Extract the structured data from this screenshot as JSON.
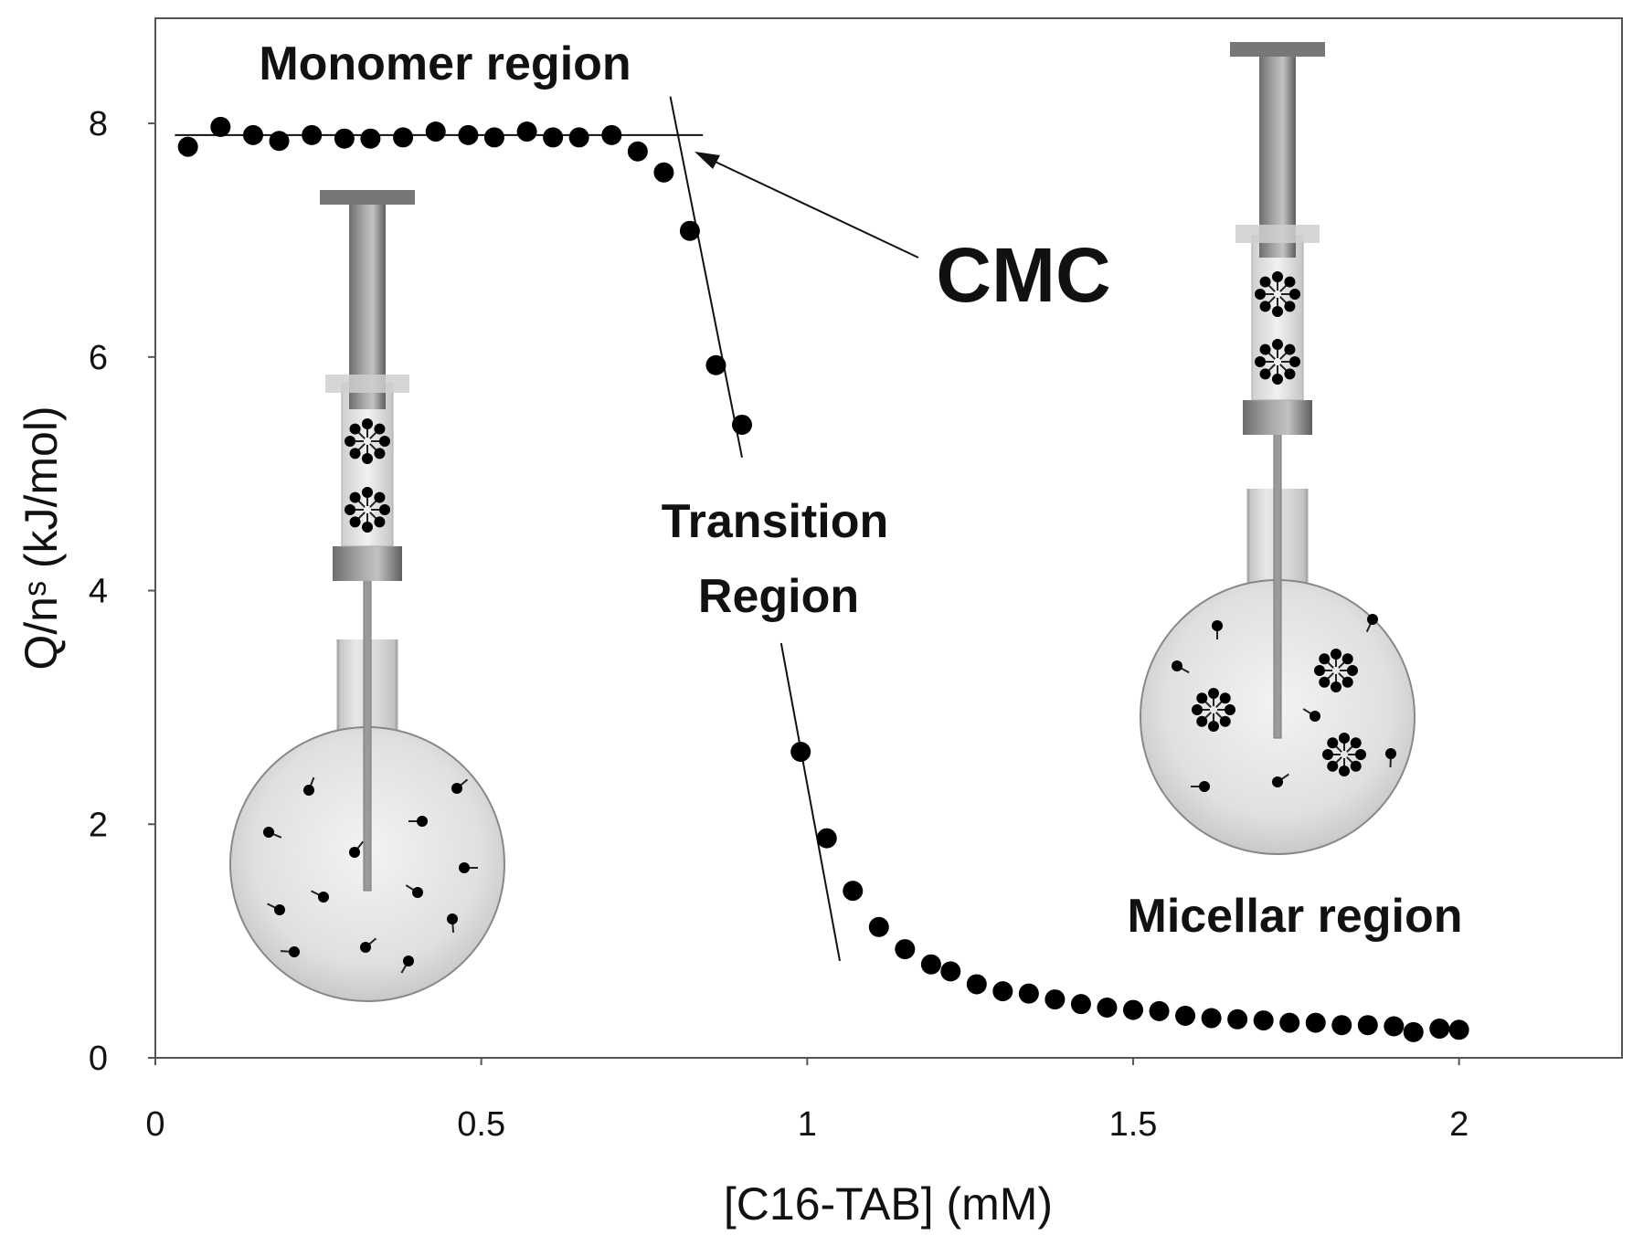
{
  "chart_data": {
    "type": "scatter",
    "xlabel": "[C16-TAB] (mM)",
    "ylabel": "Q/nˢ (kJ/mol)",
    "xlim": [
      0,
      2.25
    ],
    "ylim": [
      0,
      8.9
    ],
    "xticks": [
      "0",
      "0.5",
      "1",
      "1.5",
      "2"
    ],
    "yticks": [
      "0",
      "2",
      "4",
      "6",
      "8"
    ],
    "grid": false,
    "legend": "none",
    "point_color": "#000000",
    "series": [
      {
        "x": [
          0.05,
          0.1,
          0.15,
          0.19,
          0.24,
          0.29,
          0.33,
          0.38,
          0.43,
          0.48,
          0.52,
          0.57,
          0.61,
          0.65,
          0.7,
          0.74,
          0.78,
          0.82,
          0.86,
          0.9,
          0.99,
          1.03,
          1.07,
          1.11,
          1.15,
          1.19,
          1.22,
          1.26,
          1.3,
          1.34,
          1.38,
          1.42,
          1.46,
          1.5,
          1.54,
          1.58,
          1.62,
          1.66,
          1.7,
          1.74,
          1.78,
          1.82,
          1.86,
          1.9,
          1.93,
          1.97,
          2.0
        ],
        "y": [
          7.8,
          7.97,
          7.9,
          7.85,
          7.9,
          7.87,
          7.87,
          7.88,
          7.93,
          7.9,
          7.88,
          7.93,
          7.88,
          7.88,
          7.9,
          7.76,
          7.58,
          7.08,
          5.93,
          5.42,
          2.62,
          1.88,
          1.43,
          1.12,
          0.93,
          0.8,
          0.74,
          0.63,
          0.57,
          0.55,
          0.5,
          0.46,
          0.43,
          0.41,
          0.4,
          0.36,
          0.34,
          0.33,
          0.32,
          0.3,
          0.3,
          0.28,
          0.28,
          0.27,
          0.22,
          0.25,
          0.24
        ]
      }
    ],
    "fit_lines": [
      {
        "x": [
          0.03,
          0.84
        ],
        "y": [
          7.9,
          7.9
        ]
      },
      {
        "x": [
          0.79,
          0.9
        ],
        "y": [
          8.23,
          5.14
        ]
      },
      {
        "x": [
          0.96,
          1.05
        ],
        "y": [
          3.55,
          0.83
        ]
      }
    ],
    "annotations": {
      "monomer": "Monomer region",
      "cmc": "CMC",
      "transition_line1": "Transition",
      "transition_line2": "Region",
      "micellar": "Micellar region"
    }
  }
}
